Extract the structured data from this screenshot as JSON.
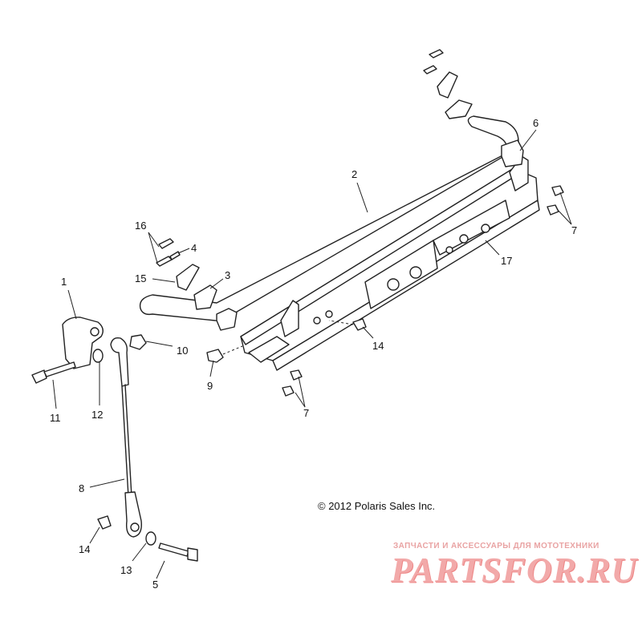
{
  "callouts": [
    {
      "id": "c1",
      "label": "1"
    },
    {
      "id": "c2",
      "label": "2"
    },
    {
      "id": "c3",
      "label": "3"
    },
    {
      "id": "c4",
      "label": "4"
    },
    {
      "id": "c5",
      "label": "5"
    },
    {
      "id": "c6",
      "label": "6"
    },
    {
      "id": "c7a",
      "label": "7"
    },
    {
      "id": "c7b",
      "label": "7"
    },
    {
      "id": "c8",
      "label": "8"
    },
    {
      "id": "c9",
      "label": "9"
    },
    {
      "id": "c10",
      "label": "10"
    },
    {
      "id": "c11",
      "label": "11"
    },
    {
      "id": "c12",
      "label": "12"
    },
    {
      "id": "c13",
      "label": "13"
    },
    {
      "id": "c14a",
      "label": "14"
    },
    {
      "id": "c14b",
      "label": "14"
    },
    {
      "id": "c15",
      "label": "15"
    },
    {
      "id": "c16",
      "label": "16"
    },
    {
      "id": "c17",
      "label": "17"
    }
  ],
  "copyright": "© 2012 Polaris Sales Inc.",
  "watermark": {
    "tagline": "ЗАПЧАСТИ И АКСЕССУАРЫ ДЛЯ МОТОТЕХНИКИ",
    "logo": "PARTSFOR.RU"
  }
}
